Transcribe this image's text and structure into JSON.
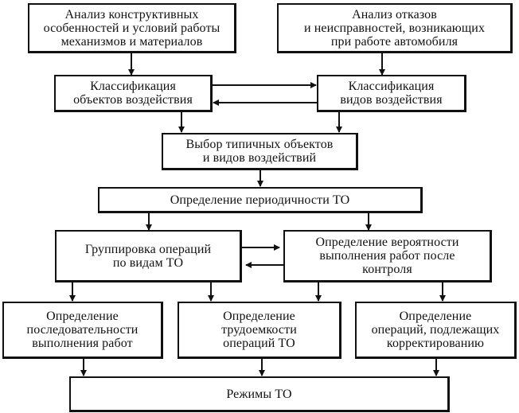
{
  "nodes": {
    "analysis_design": "Анализ конструктивных\nособенностей и условий работы\nмеханизмов и материалов",
    "analysis_failures": "Анализ отказов\nи неисправностей, возникающих\nпри работе автомобиля",
    "classification_objects": "Классификация\nобъектов воздействия",
    "classification_types": "Классификация\nвидов воздействия",
    "selection_typical": "Выбор типичных объектов\nи видов воздействий",
    "periodicity": "Определение периодичности ТО",
    "grouping": "Группировка операций\nпо видам ТО",
    "probability": "Определение вероятности\nвыполнения работ после\nконтроля",
    "sequence": "Определение\nпоследовательности\nвыполнения работ",
    "labor": "Определение\nтрудоемкости\nопераций ТО",
    "correction": "Определение\nопераций, подлежащих\nкорректированию",
    "modes": "Режимы ТО"
  },
  "colors": {
    "line": "#111111",
    "background": "#ffffff"
  }
}
